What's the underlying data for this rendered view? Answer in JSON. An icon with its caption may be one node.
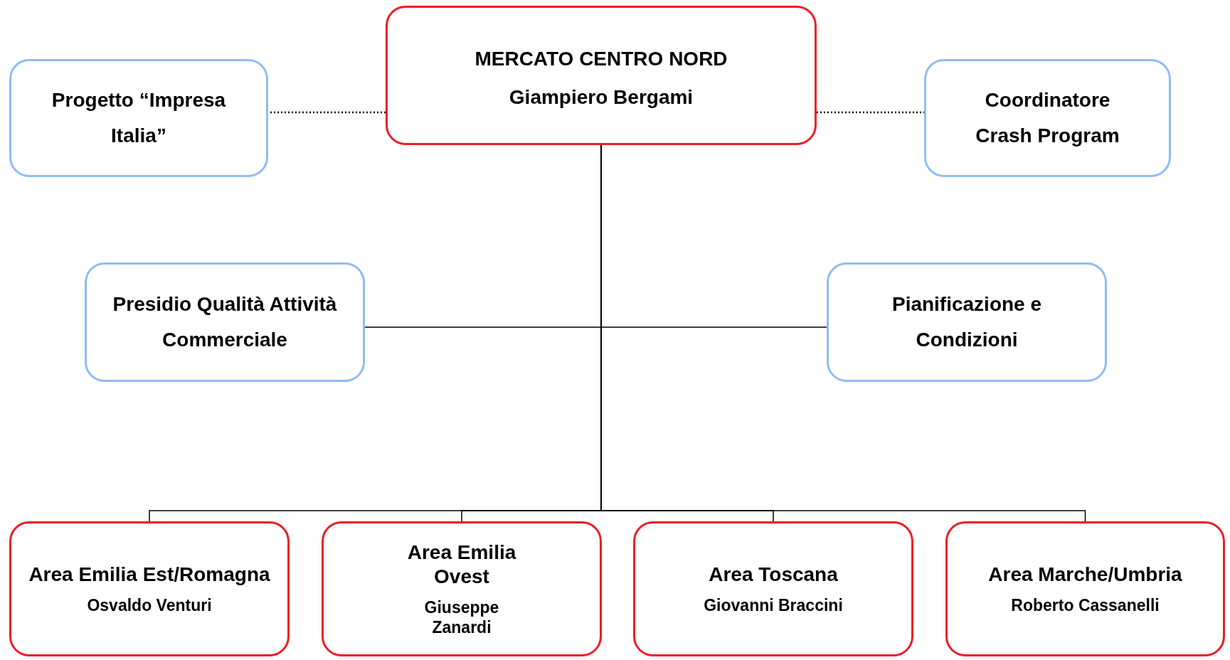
{
  "diagram": {
    "nodes": [
      {
        "text": [
          "MERCATO CENTRO NORD",
          "Giampiero Bergami"
        ]
      },
      {
        "text": [
          "Progetto “Impresa Italia”"
        ]
      },
      {
        "text": [
          "Coordinatore Crash Program"
        ]
      },
      {
        "text": [
          "Presidio Qualità Attività Commerciale"
        ]
      },
      {
        "text": [
          "Pianificazione e Condizioni"
        ]
      },
      {
        "text": [
          "Area Emilia Est/Romagna",
          "Osvaldo Venturi"
        ]
      },
      {
        "text": [
          "Area Emilia Ovest",
          "Giuseppe Zanardi"
        ]
      },
      {
        "text": [
          "Area Toscana",
          "Giovanni Braccini"
        ]
      },
      {
        "text": [
          "Area Marche/Umbria",
          "Roberto Cassanelli"
        ]
      }
    ],
    "edges": [
      {
        "from": 0,
        "to": 1,
        "arrow": "none",
        "style": "dashed"
      },
      {
        "from": 0,
        "to": 2,
        "arrow": "none",
        "style": "dashed"
      },
      {
        "from": 0,
        "to": 3,
        "arrow": "none"
      },
      {
        "from": 0,
        "to": 4,
        "arrow": "none"
      },
      {
        "from": 0,
        "to": 5,
        "arrow": "none"
      },
      {
        "from": 0,
        "to": 6,
        "arrow": "none"
      },
      {
        "from": 0,
        "to": 7,
        "arrow": "none"
      },
      {
        "from": 0,
        "to": 8,
        "arrow": "none"
      }
    ]
  }
}
